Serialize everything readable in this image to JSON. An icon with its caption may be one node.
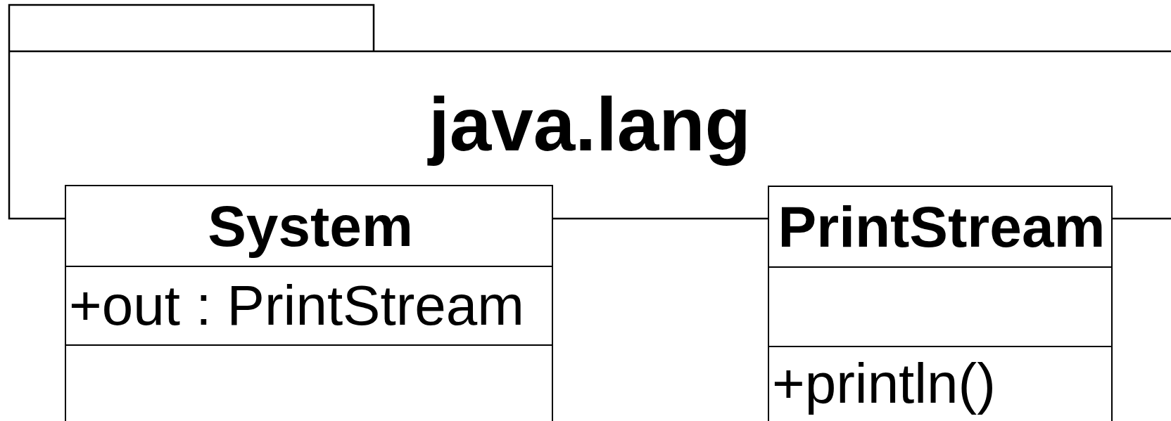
{
  "diagram": {
    "nodes": [
      {
        "text": [
          "java.lang"
        ]
      },
      {
        "text": [
          "System",
          "+out : PrintStream"
        ]
      },
      {
        "text": [
          "PrintStream",
          "+println()"
        ]
      }
    ]
  }
}
